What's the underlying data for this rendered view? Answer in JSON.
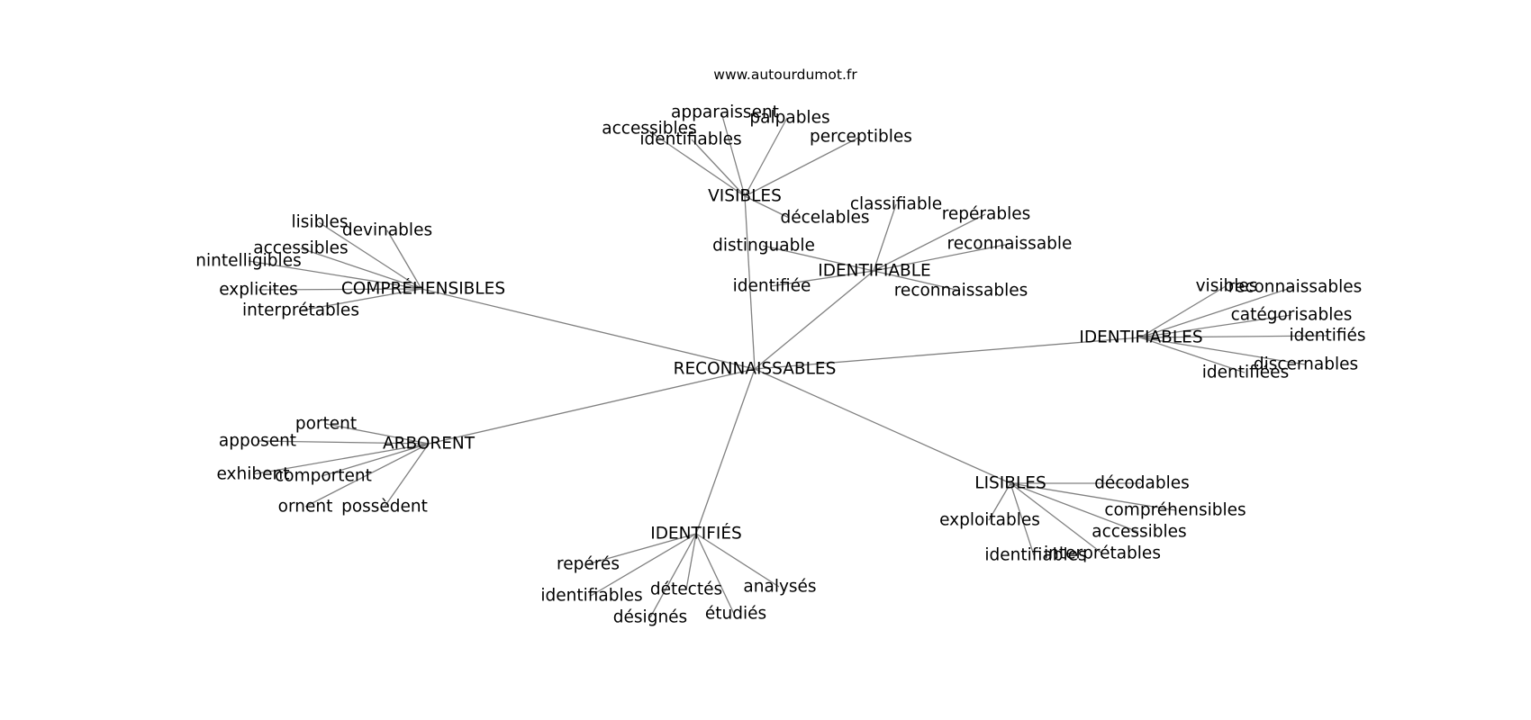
{
  "header": {
    "site": "www.autourdumot.fr"
  },
  "graph": {
    "center": "RECONNAISSABLES",
    "hubs": [
      {
        "id": "visibles",
        "label": "VISIBLES",
        "leaves": [
          "apparaissent",
          "palpables",
          "accessibles",
          "identifiables",
          "perceptibles",
          "décelables"
        ]
      },
      {
        "id": "comprehensibles",
        "label": "COMPRÉHENSIBLES",
        "leaves": [
          "lisibles",
          "devinables",
          "accessibles",
          "nintelligibles",
          "explicites",
          "interprétables"
        ]
      },
      {
        "id": "identifiable",
        "label": "IDENTIFIABLE",
        "leaves": [
          "classifiable",
          "repérables",
          "distinguable",
          "reconnaissable",
          "identifiée",
          "reconnaissables"
        ]
      },
      {
        "id": "identifiables",
        "label": "IDENTIFIABLES",
        "leaves": [
          "visibles",
          "reconnaissables",
          "catégorisables",
          "identifiés",
          "discernables",
          "identifiées"
        ]
      },
      {
        "id": "arborent",
        "label": "ARBORENT",
        "leaves": [
          "portent",
          "apposent",
          "exhibent",
          "comportent",
          "ornent",
          "possèdent"
        ]
      },
      {
        "id": "lisibles",
        "label": "LISIBLES",
        "leaves": [
          "décodables",
          "exploitables",
          "compréhensibles",
          "accessibles",
          "identifiables",
          "interprétables"
        ]
      },
      {
        "id": "identifies",
        "label": "IDENTIFIÉS",
        "leaves": [
          "repérés",
          "identifiables",
          "détectés",
          "analysés",
          "désignés",
          "étudiés"
        ]
      }
    ]
  }
}
